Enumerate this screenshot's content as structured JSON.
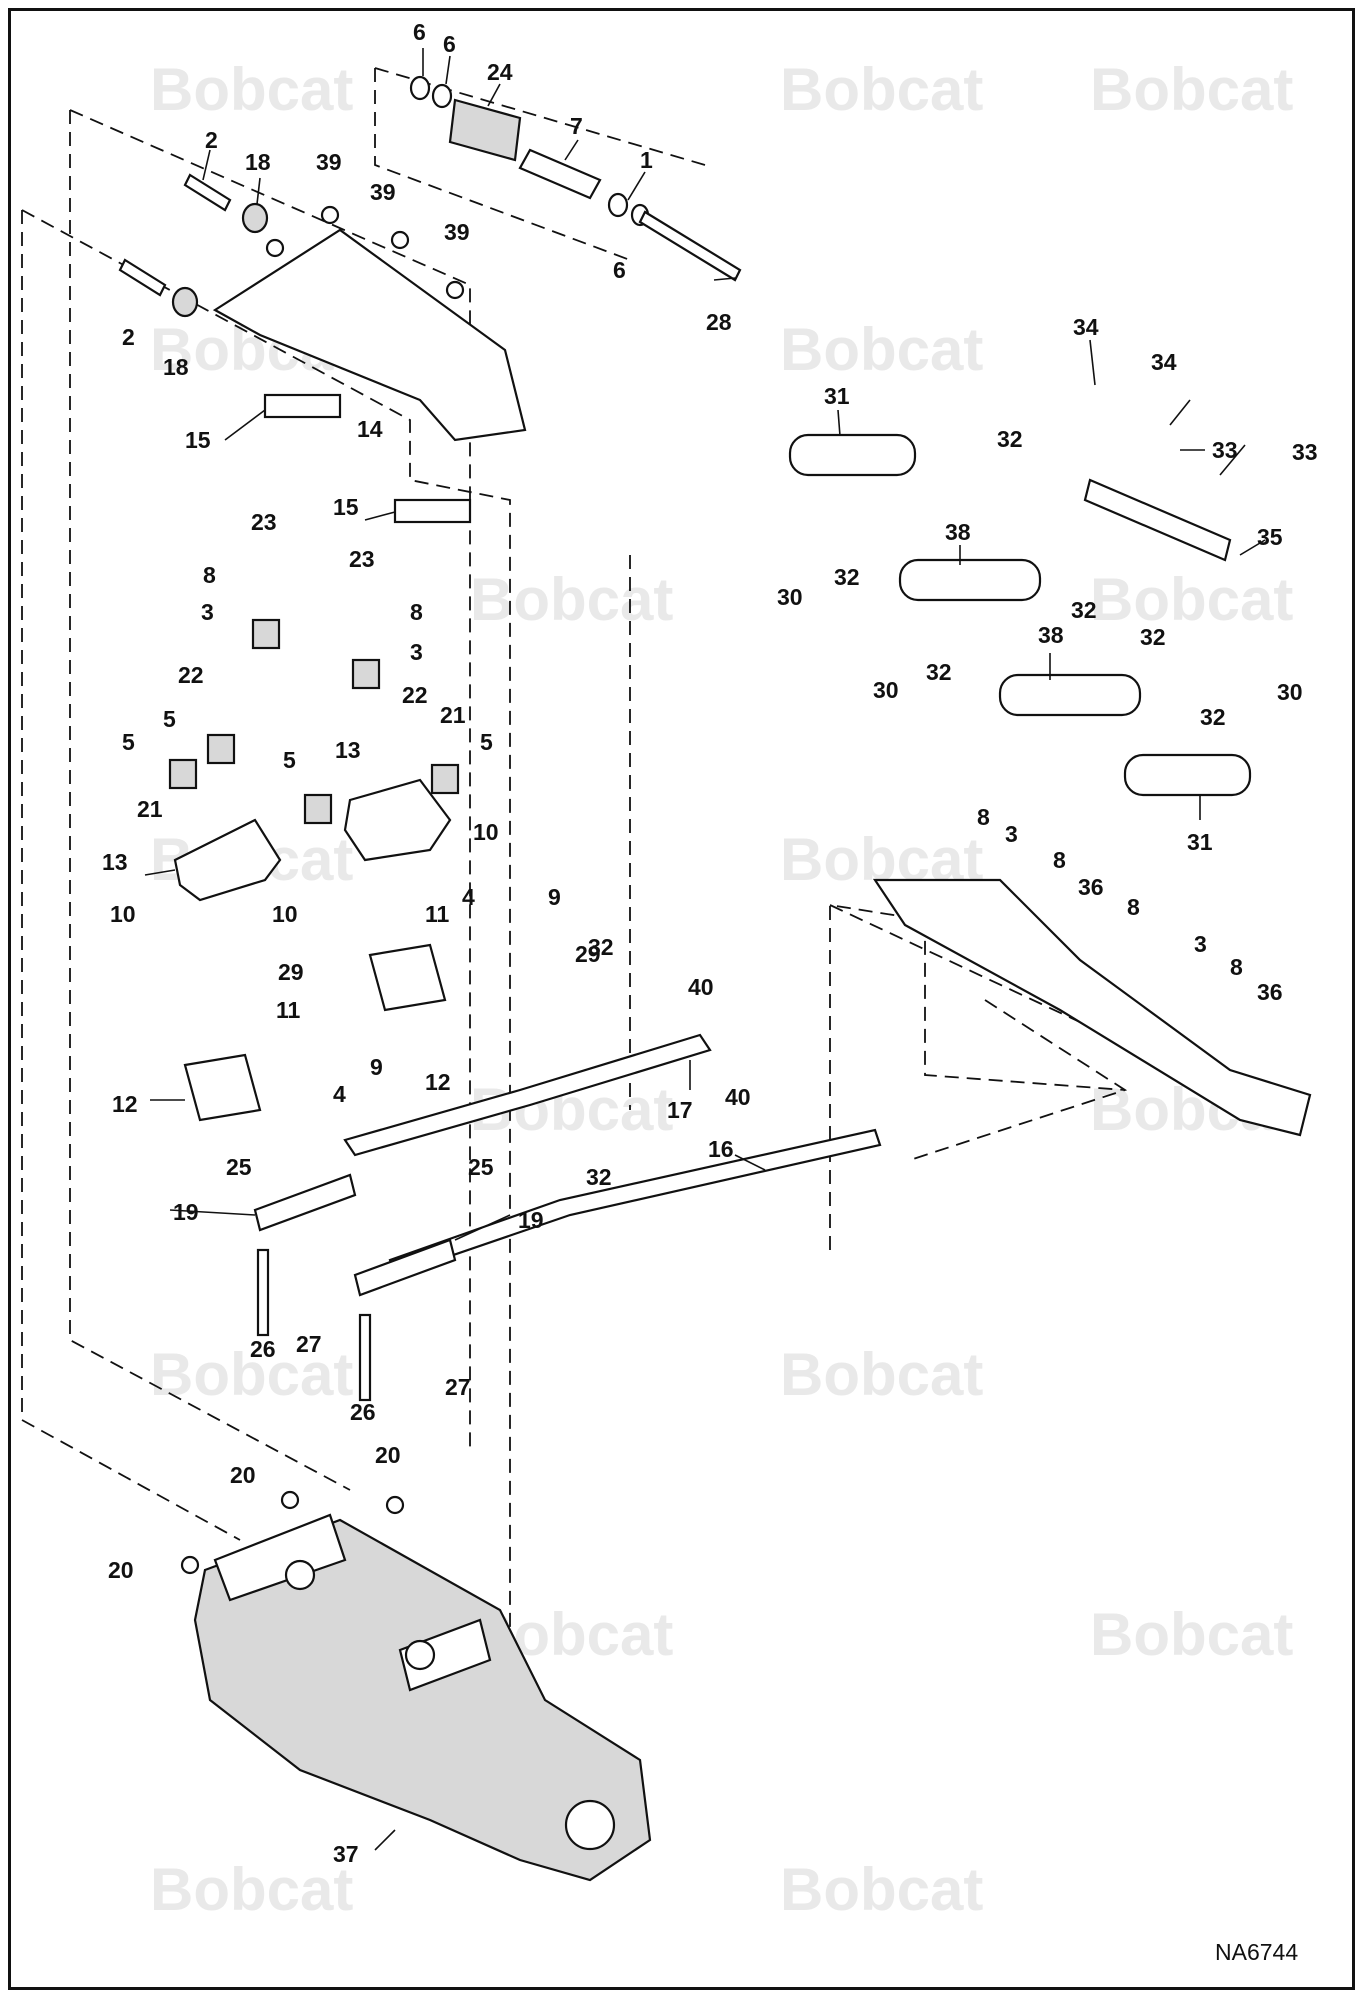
{
  "figure_id": "NA6744",
  "watermark_text": "Bobcat",
  "callouts": {
    "c1": "1",
    "c2a": "2",
    "c2b": "2",
    "c3a": "3",
    "c3b": "3",
    "c3c": "3",
    "c3d": "3",
    "c4a": "4",
    "c4b": "4",
    "c5a": "5",
    "c5b": "5",
    "c5c": "5",
    "c5d": "5",
    "c6a": "6",
    "c6b": "6",
    "c6c": "6",
    "c7": "7",
    "c8a": "8",
    "c8b": "8",
    "c8c": "8",
    "c8d": "8",
    "c8e": "8",
    "c8f": "8",
    "c9a": "9",
    "c9b": "9",
    "c10a": "10",
    "c10b": "10",
    "c10c": "10",
    "c11a": "11",
    "c11b": "11",
    "c12a": "12",
    "c12b": "12",
    "c13a": "13",
    "c13b": "13",
    "c14": "14",
    "c15a": "15",
    "c15b": "15",
    "c16": "16",
    "c17": "17",
    "c18a": "18",
    "c18b": "18",
    "c19a": "19",
    "c19b": "19",
    "c20a": "20",
    "c20b": "20",
    "c20c": "20",
    "c21a": "21",
    "c21b": "21",
    "c22a": "22",
    "c22b": "22",
    "c23a": "23",
    "c23b": "23",
    "c24": "24",
    "c25a": "25",
    "c25b": "25",
    "c26a": "26",
    "c26b": "26",
    "c27a": "27",
    "c27b": "27",
    "c28": "28",
    "c29a": "29",
    "c29b": "29",
    "c30a": "30",
    "c30b": "30",
    "c30c": "30",
    "c31a": "31",
    "c31b": "31",
    "c32a": "32",
    "c32b": "32",
    "c32c": "32",
    "c32d": "32",
    "c32e": "32",
    "c32f": "32",
    "c32g": "32",
    "c32h": "32",
    "c33a": "33",
    "c33b": "33",
    "c34a": "34",
    "c34b": "34",
    "c35": "35",
    "c36a": "36",
    "c36b": "36",
    "c37": "37",
    "c38a": "38",
    "c38b": "38",
    "c39a": "39",
    "c39b": "39",
    "c39c": "39",
    "c40a": "40",
    "c40b": "40"
  }
}
